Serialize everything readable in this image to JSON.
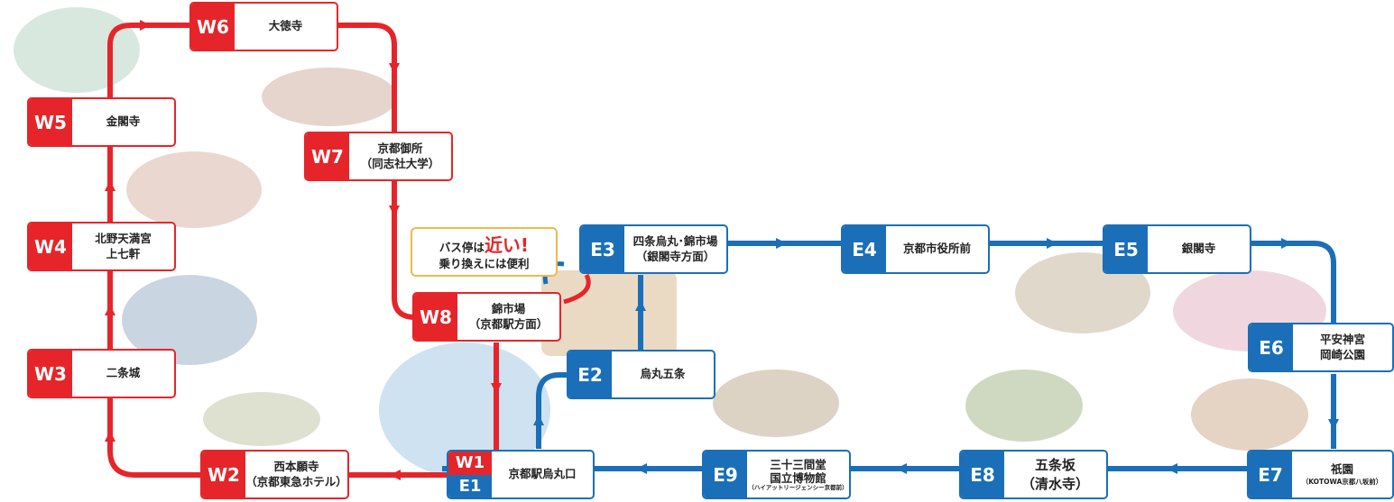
{
  "colors": {
    "west": "#e5252a",
    "east": "#1a6fb8",
    "callout_border": "#f2b84b"
  },
  "stations": {
    "W6": {
      "code": "W6",
      "name": "大徳寺"
    },
    "W5": {
      "code": "W5",
      "name": "金閣寺"
    },
    "W4": {
      "code": "W4",
      "name1": "北野天満宮",
      "name2": "上七軒"
    },
    "W3": {
      "code": "W3",
      "name": "二条城"
    },
    "W2": {
      "code": "W2",
      "name1": "西本願寺",
      "name2": "（京都東急ホテル）"
    },
    "W7": {
      "code": "W7",
      "name1": "京都御所",
      "name2": "（同志社大学）"
    },
    "W8": {
      "code": "W8",
      "name1": "錦市場",
      "name2": "（京都駅方面）"
    },
    "W1E1": {
      "code_w": "W1",
      "code_e": "E1",
      "name": "京都駅烏丸口"
    },
    "E2": {
      "code": "E2",
      "name": "烏丸五条"
    },
    "E3": {
      "code": "E3",
      "name1": "四条烏丸･錦市場",
      "name2": "（銀閣寺方面）"
    },
    "E4": {
      "code": "E4",
      "name": "京都市役所前"
    },
    "E5": {
      "code": "E5",
      "name": "銀閣寺"
    },
    "E6": {
      "code": "E6",
      "name1": "平安神宮",
      "name2": "岡崎公園"
    },
    "E7": {
      "code": "E7",
      "name1": "祇園",
      "name2": "（KOTOWA京都八坂前）"
    },
    "E8": {
      "code": "E8",
      "name1": "五条坂",
      "name2": "（清水寺）"
    },
    "E9": {
      "code": "E9",
      "name1": "三十三間堂",
      "name2": "国立博物館",
      "name3": "（ハイアットリージェンシー京都前）"
    }
  },
  "callout": {
    "prefix": "バス停は",
    "highlight": "近い!",
    "line2": "乗り換えには便利"
  }
}
